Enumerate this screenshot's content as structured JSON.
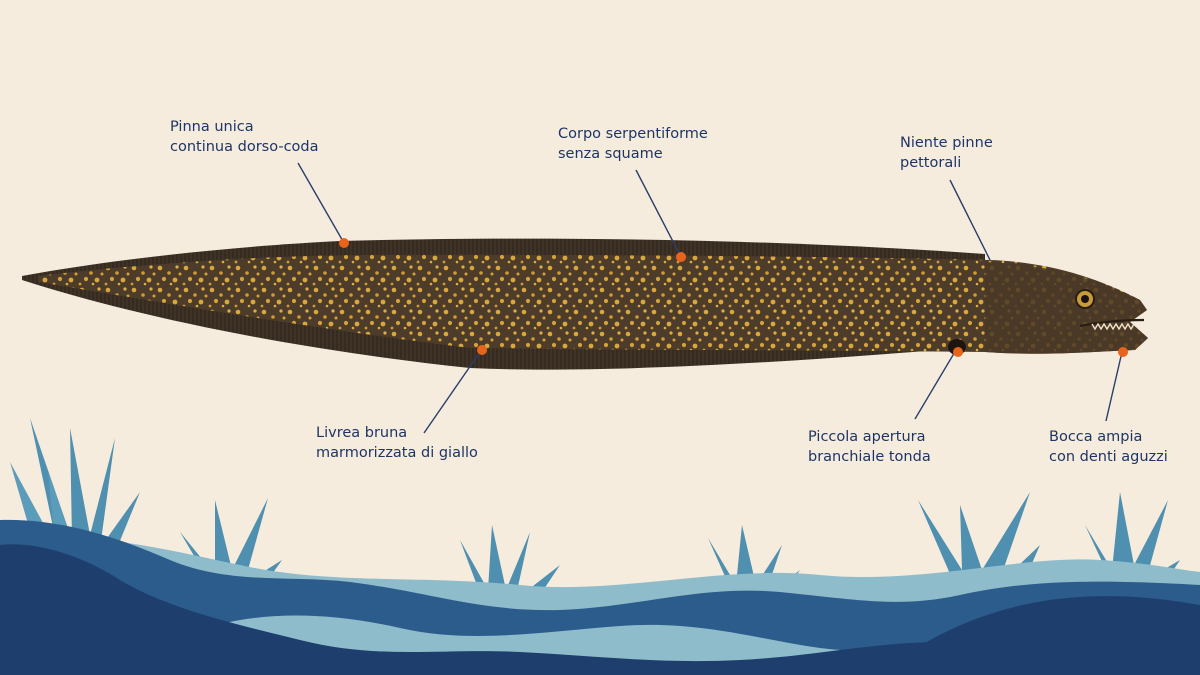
{
  "annotations": [
    {
      "id": "fin",
      "lines": [
        "Pinna unica",
        "continua dorso-coda"
      ]
    },
    {
      "id": "body",
      "lines": [
        "Corpo serpentiforme",
        "senza squame"
      ]
    },
    {
      "id": "pect",
      "lines": [
        "Niente pinne",
        "pettorali"
      ]
    },
    {
      "id": "livery",
      "lines": [
        "Livrea bruna",
        "marmorizzata di giallo"
      ]
    },
    {
      "id": "gill",
      "lines": [
        "Piccola apertura",
        "branchiale tonda"
      ]
    },
    {
      "id": "mouth",
      "lines": [
        "Bocca ampia",
        "con denti aguzzi"
      ]
    }
  ],
  "colors": {
    "background": "#f6ecdd",
    "label_text": "#1d3566",
    "leader_line": "#2a3f6b",
    "marker_dot": "#e8641c",
    "eel_body": "#4a3a28",
    "eel_fin": "#3e3126",
    "eel_spots": "#d7a63c",
    "water_dark": "#1e3f6e",
    "water_mid": "#2c5c8c",
    "water_light": "#8fbccb",
    "plants": "#4f8fb0"
  }
}
